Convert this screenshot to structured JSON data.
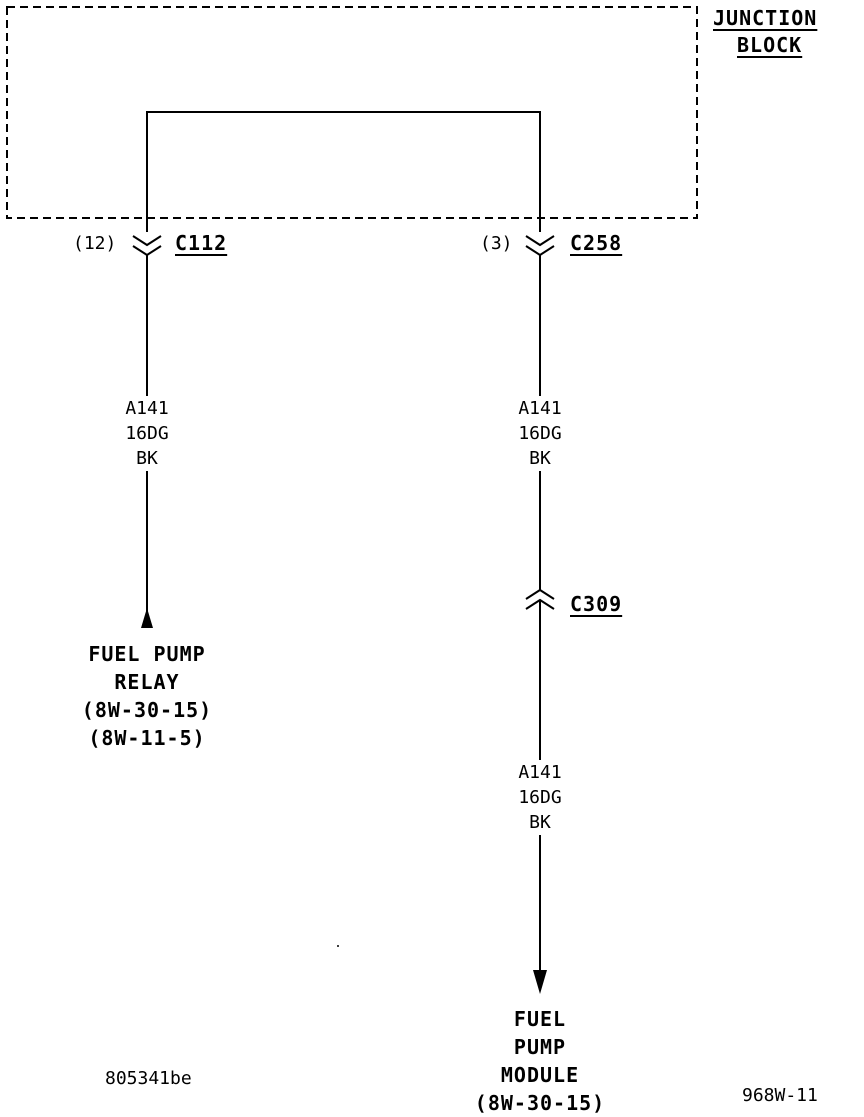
{
  "junction_block": {
    "line1": "JUNCTION",
    "line2": "BLOCK"
  },
  "left_branch": {
    "pin": "(12)",
    "connector": "C112",
    "wire": {
      "circuit": "A141",
      "gauge": "16DG",
      "color": "BK"
    },
    "destination": {
      "line1": "FUEL PUMP",
      "line2": "RELAY",
      "line3": "(8W-30-15)",
      "line4": "(8W-11-5)"
    }
  },
  "right_branch": {
    "pin": "(3)",
    "connector_top": "C258",
    "wire_upper": {
      "circuit": "A141",
      "gauge": "16DG",
      "color": "BK"
    },
    "connector_mid": "C309",
    "wire_lower": {
      "circuit": "A141",
      "gauge": "16DG",
      "color": "BK"
    },
    "destination": {
      "line1": "FUEL",
      "line2": "PUMP",
      "line3": "MODULE",
      "line4": "(8W-30-15)"
    }
  },
  "footer": {
    "drawing_id": "805341be",
    "page_ref": "968W-11"
  }
}
